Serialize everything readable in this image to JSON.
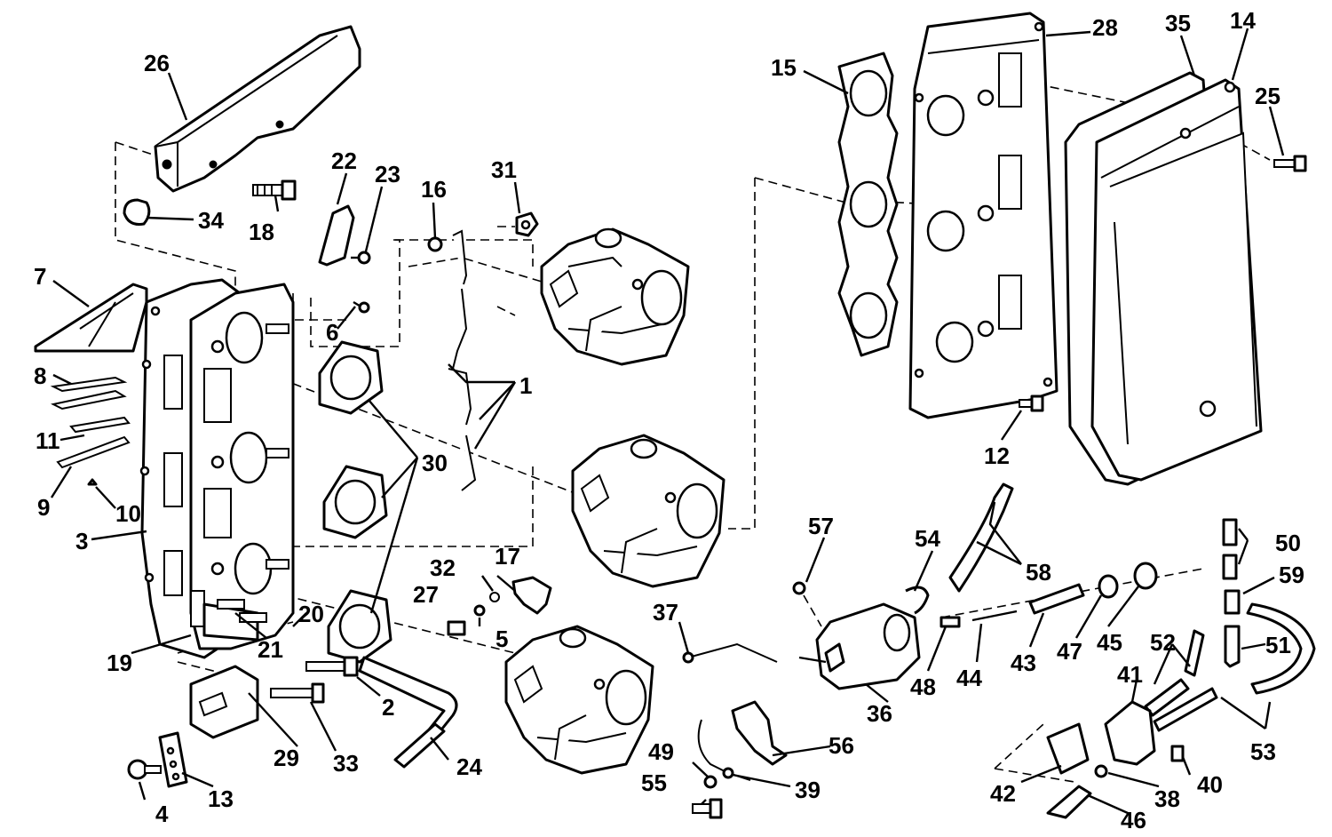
{
  "callouts": [
    {
      "id": "1",
      "text": "1"
    },
    {
      "id": "2",
      "text": "2"
    },
    {
      "id": "3",
      "text": "3"
    },
    {
      "id": "4",
      "text": "4"
    },
    {
      "id": "5",
      "text": "5"
    },
    {
      "id": "6",
      "text": "6"
    },
    {
      "id": "7",
      "text": "7"
    },
    {
      "id": "8",
      "text": "8"
    },
    {
      "id": "9",
      "text": "9"
    },
    {
      "id": "10",
      "text": "10"
    },
    {
      "id": "11",
      "text": "11"
    },
    {
      "id": "12",
      "text": "12"
    },
    {
      "id": "13",
      "text": "13"
    },
    {
      "id": "14",
      "text": "14"
    },
    {
      "id": "15",
      "text": "15"
    },
    {
      "id": "16",
      "text": "16"
    },
    {
      "id": "17",
      "text": "17"
    },
    {
      "id": "18",
      "text": "18"
    },
    {
      "id": "19",
      "text": "19"
    },
    {
      "id": "20",
      "text": "20"
    },
    {
      "id": "21",
      "text": "21"
    },
    {
      "id": "22",
      "text": "22"
    },
    {
      "id": "23",
      "text": "23"
    },
    {
      "id": "24",
      "text": "24"
    },
    {
      "id": "25",
      "text": "25"
    },
    {
      "id": "26",
      "text": "26"
    },
    {
      "id": "27",
      "text": "27"
    },
    {
      "id": "28",
      "text": "28"
    },
    {
      "id": "29",
      "text": "29"
    },
    {
      "id": "30",
      "text": "30"
    },
    {
      "id": "31",
      "text": "31"
    },
    {
      "id": "32",
      "text": "32"
    },
    {
      "id": "33",
      "text": "33"
    },
    {
      "id": "34",
      "text": "34"
    },
    {
      "id": "35",
      "text": "35"
    },
    {
      "id": "36",
      "text": "36"
    },
    {
      "id": "37",
      "text": "37"
    },
    {
      "id": "38",
      "text": "38"
    },
    {
      "id": "39",
      "text": "39"
    },
    {
      "id": "40",
      "text": "40"
    },
    {
      "id": "41",
      "text": "41"
    },
    {
      "id": "42",
      "text": "42"
    },
    {
      "id": "43",
      "text": "43"
    },
    {
      "id": "44",
      "text": "44"
    },
    {
      "id": "45",
      "text": "45"
    },
    {
      "id": "46",
      "text": "46"
    },
    {
      "id": "47",
      "text": "47"
    },
    {
      "id": "48",
      "text": "48"
    },
    {
      "id": "49",
      "text": "49"
    },
    {
      "id": "50",
      "text": "50"
    },
    {
      "id": "51",
      "text": "51"
    },
    {
      "id": "52",
      "text": "52"
    },
    {
      "id": "53",
      "text": "53"
    },
    {
      "id": "54",
      "text": "54"
    },
    {
      "id": "55",
      "text": "55"
    },
    {
      "id": "56",
      "text": "56"
    },
    {
      "id": "57",
      "text": "57"
    },
    {
      "id": "58",
      "text": "58"
    },
    {
      "id": "59",
      "text": "59"
    }
  ],
  "colors": {
    "ink": "#000000",
    "paper": "#ffffff"
  }
}
